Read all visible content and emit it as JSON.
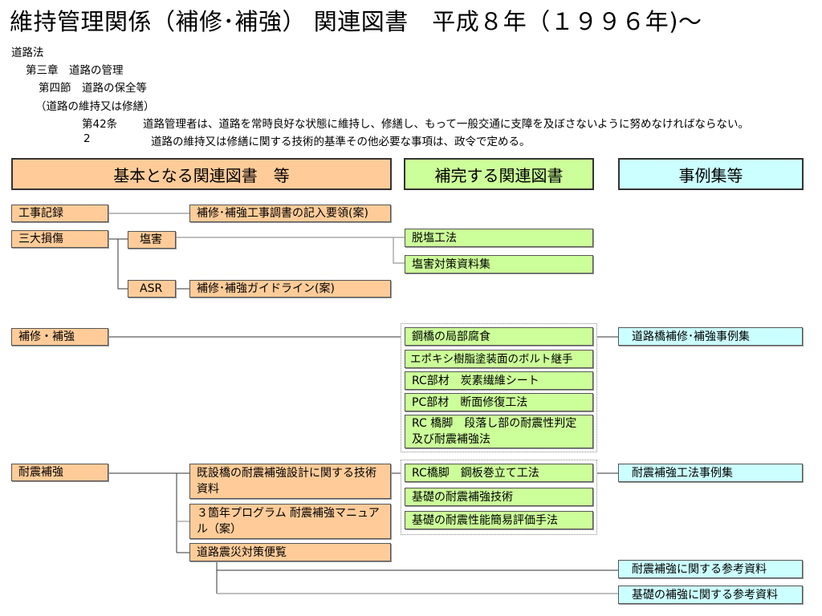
{
  "title": "維持管理関係（補修･補強） 関連図書　平成８年（１９９６年)～",
  "law": {
    "l1": "道路法",
    "l2": "第三章　道路の管理",
    "l3": "第四節　道路の保全等",
    "l4": "（道路の維持又は修繕）",
    "art_no": "第42条",
    "art_text": "道路管理者は、道路を常時良好な状態に維持し、修繕し、もって一般交通に支障を及ぼさないように努めなければならない。",
    "p2_no": "2",
    "p2_text": "道路の維持又は修繕に関する技術的基準その他必要な事項は、政令で定める。"
  },
  "headers": {
    "basic": "基本となる関連図書　等",
    "supplement": "補完する関連図書",
    "cases": "事例集等"
  },
  "categories": {
    "records": "工事記録",
    "damage": "三大損傷",
    "salt": "塩害",
    "asr": "ASR",
    "repair": "補修・補強",
    "seismic": "耐震補強"
  },
  "basic_docs": {
    "survey": "補修･補強工事調書の記入要領(案)",
    "guideline": "補修･補強ガイドライン(案)",
    "existing": "既設橋の耐震補強設計に関する技術資料",
    "program": "３箇年プログラム 耐震補強マニュアル（案）",
    "disaster": "道路震災対策便覧"
  },
  "supp_docs": {
    "desalt": "脱塩工法",
    "salt_measures": "塩害対策資料集",
    "steel_corrosion": "鋼橋の局部腐食",
    "epoxy": "エポキシ樹脂塗装面のボルト継手",
    "rc_carbon": "RC部材　炭素繊維シート",
    "pc_section": "PC部材　断面修復工法",
    "rc_pier": "RC 橋脚　段落し部の耐震性判定及び耐震補強法",
    "rc_steel": "RC橋脚　鋼板巻立て工法",
    "found_tech": "基礎の耐震補強技術",
    "found_eval": "基礎の耐震性能簡易評価手法"
  },
  "case_docs": {
    "bridge_cases": "道路橋補修･補強事例集",
    "seismic_cases": "耐震補強工法事例集",
    "seismic_ref": "耐震補強に関する参考資料",
    "found_ref": "基礎の補強に関する参考資料"
  },
  "colors": {
    "basic": "#FFCC99",
    "supplement": "#CCFF99",
    "cases": "#CCFFFF"
  }
}
